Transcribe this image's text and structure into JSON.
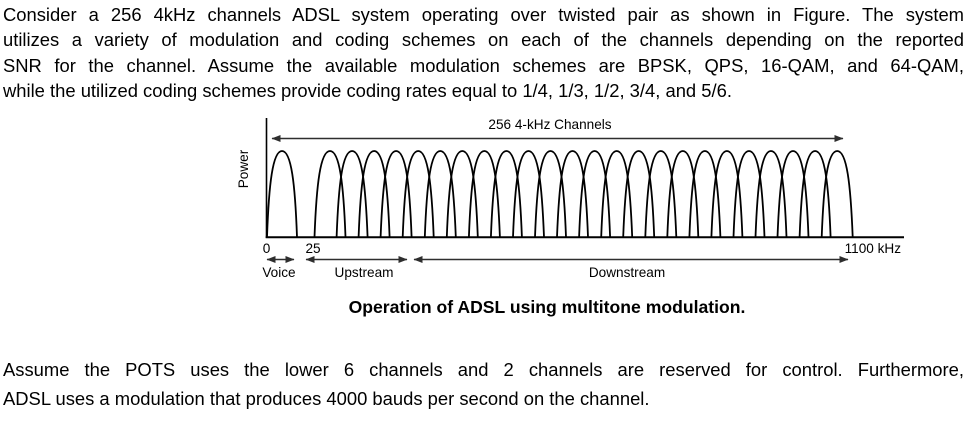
{
  "intro": {
    "lines": [
      "Consider a 256 4kHz channels ADSL system operating over twisted pair as shown in Figure. The system",
      "utilizes a variety of modulation and coding schemes on each of the channels depending on the reported",
      "SNR for the channel. Assume the available modulation schemes are BPSK, QPS, 16-QAM, and 64-QAM,",
      "while the utilized coding schemes provide coding rates equal to 1/4, 1/3, 1/2, 3/4, and 5/6."
    ]
  },
  "figure": {
    "title": "256 4-kHz Channels",
    "power_label": "Power",
    "x_origin_label": "0",
    "x_upstream_label": "25",
    "x_end_label": "1100 kHz",
    "voice_label": "Voice",
    "upstream_label": "Upstream",
    "downstream_label": "Downstream",
    "caption": "Operation of ADSL using multitone modulation.",
    "depicted": {
      "voice_lobes": 1,
      "multitone_lobes": 24
    }
  },
  "closing": {
    "lines": [
      "Assume the POTS uses the lower 6 channels and 2 channels are reserved for control. Furthermore,",
      "ADSL uses a modulation that produces 4000 bauds per second on the channel."
    ]
  },
  "colors": {
    "ink": "#000000",
    "arrow": "#2e2e2e"
  }
}
